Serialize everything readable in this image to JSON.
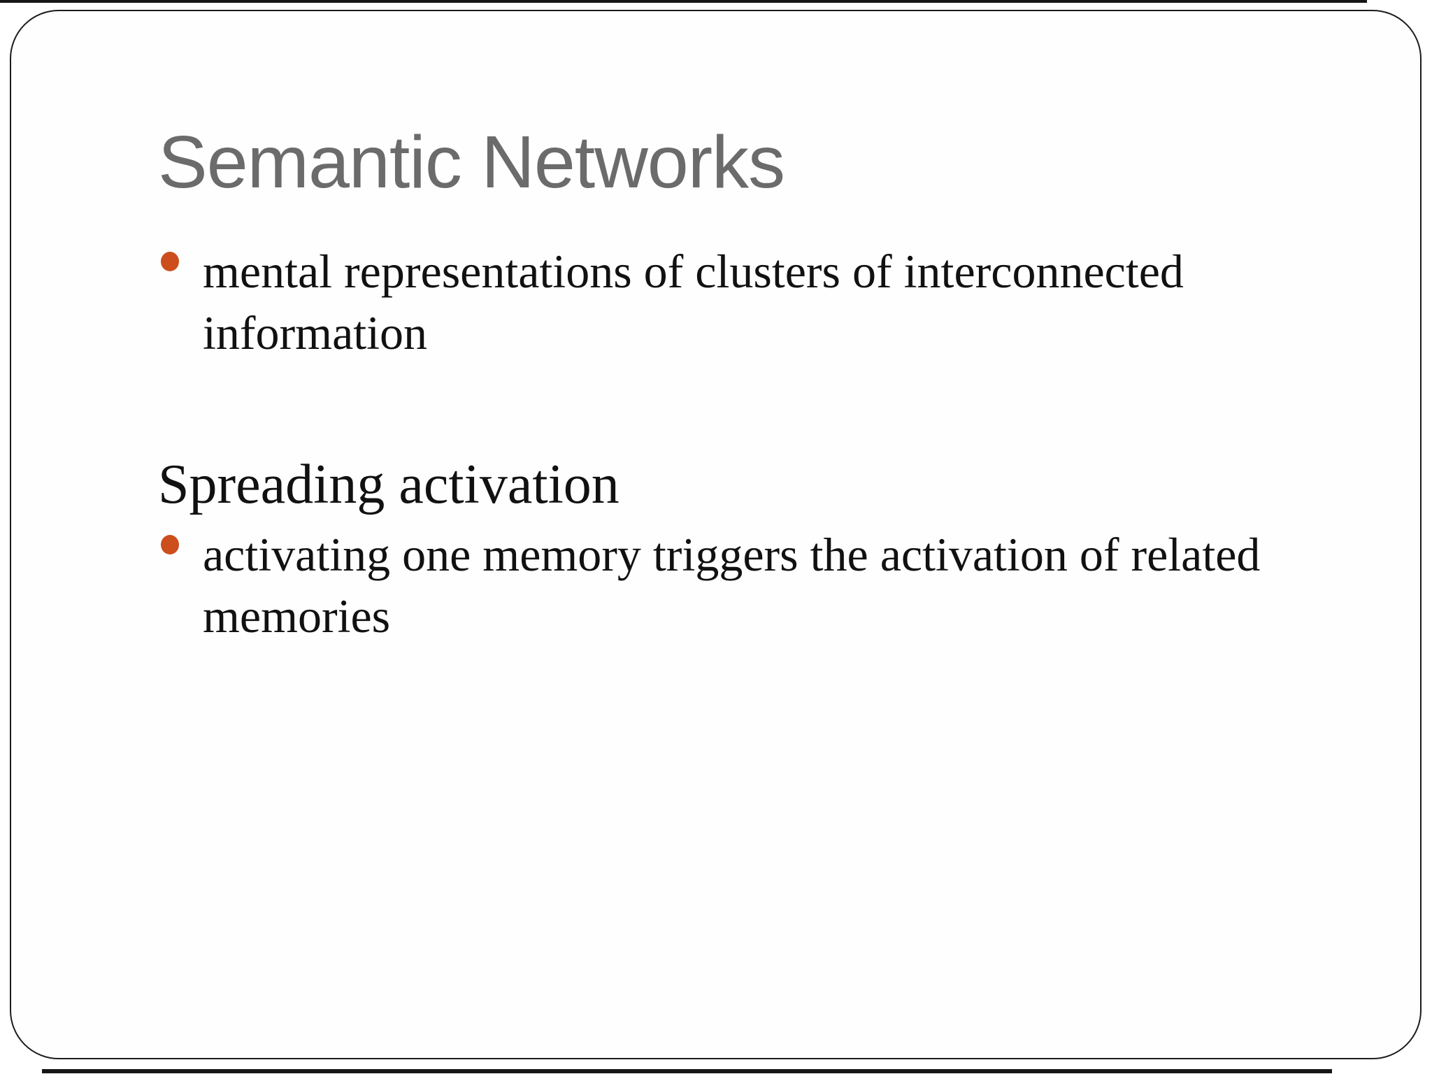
{
  "slide": {
    "title": "Semantic Networks",
    "bullets": [
      {
        "lines": [
          "mental representations of clusters of interconnected",
          "information"
        ]
      },
      {
        "lines": [
          "activating one memory triggers the activation of related",
          "memories"
        ]
      }
    ],
    "subheading": "Spreading activation",
    "colors": {
      "title_text": "#6b6b6b",
      "body_text": "#111111",
      "bullet_dot": "#cc4e1c",
      "slide_border": "#1c1c1c",
      "slide_background": "#fefefe"
    }
  }
}
